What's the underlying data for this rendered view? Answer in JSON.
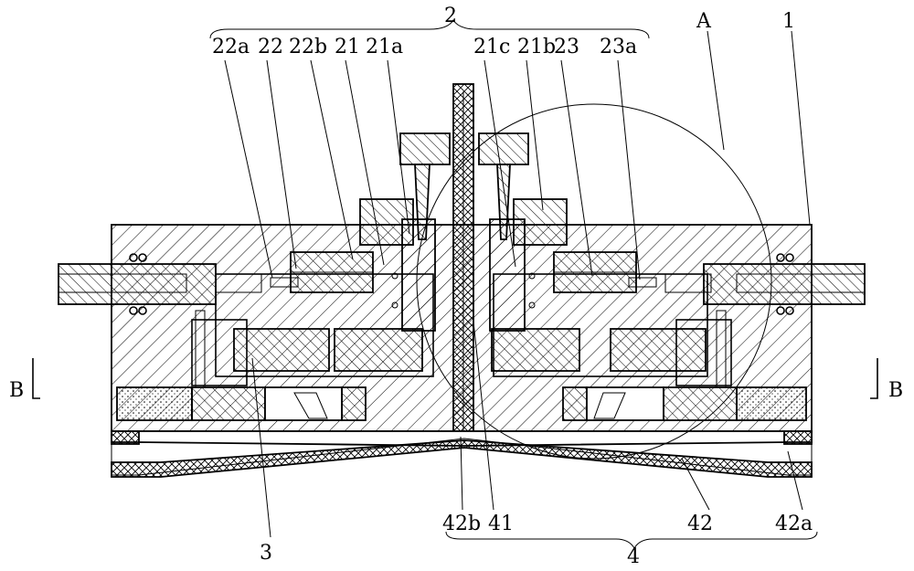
{
  "labels": {
    "l_2": "2",
    "l_A": "A",
    "l_1": "1",
    "l_22a": "22a",
    "l_22": "22",
    "l_22b": "22b",
    "l_21": "21",
    "l_21a": "21a",
    "l_21c": "21c",
    "l_21b": "21b",
    "l_23": "23",
    "l_23a": "23a",
    "l_B_left": "B",
    "l_B_right": "B",
    "l_42b": "42b",
    "l_41": "41",
    "l_42": "42",
    "l_42a": "42a",
    "l_3": "3",
    "l_4": "4"
  },
  "colors": {
    "line": "#000000",
    "background": "#ffffff",
    "hatch": "#000000"
  }
}
